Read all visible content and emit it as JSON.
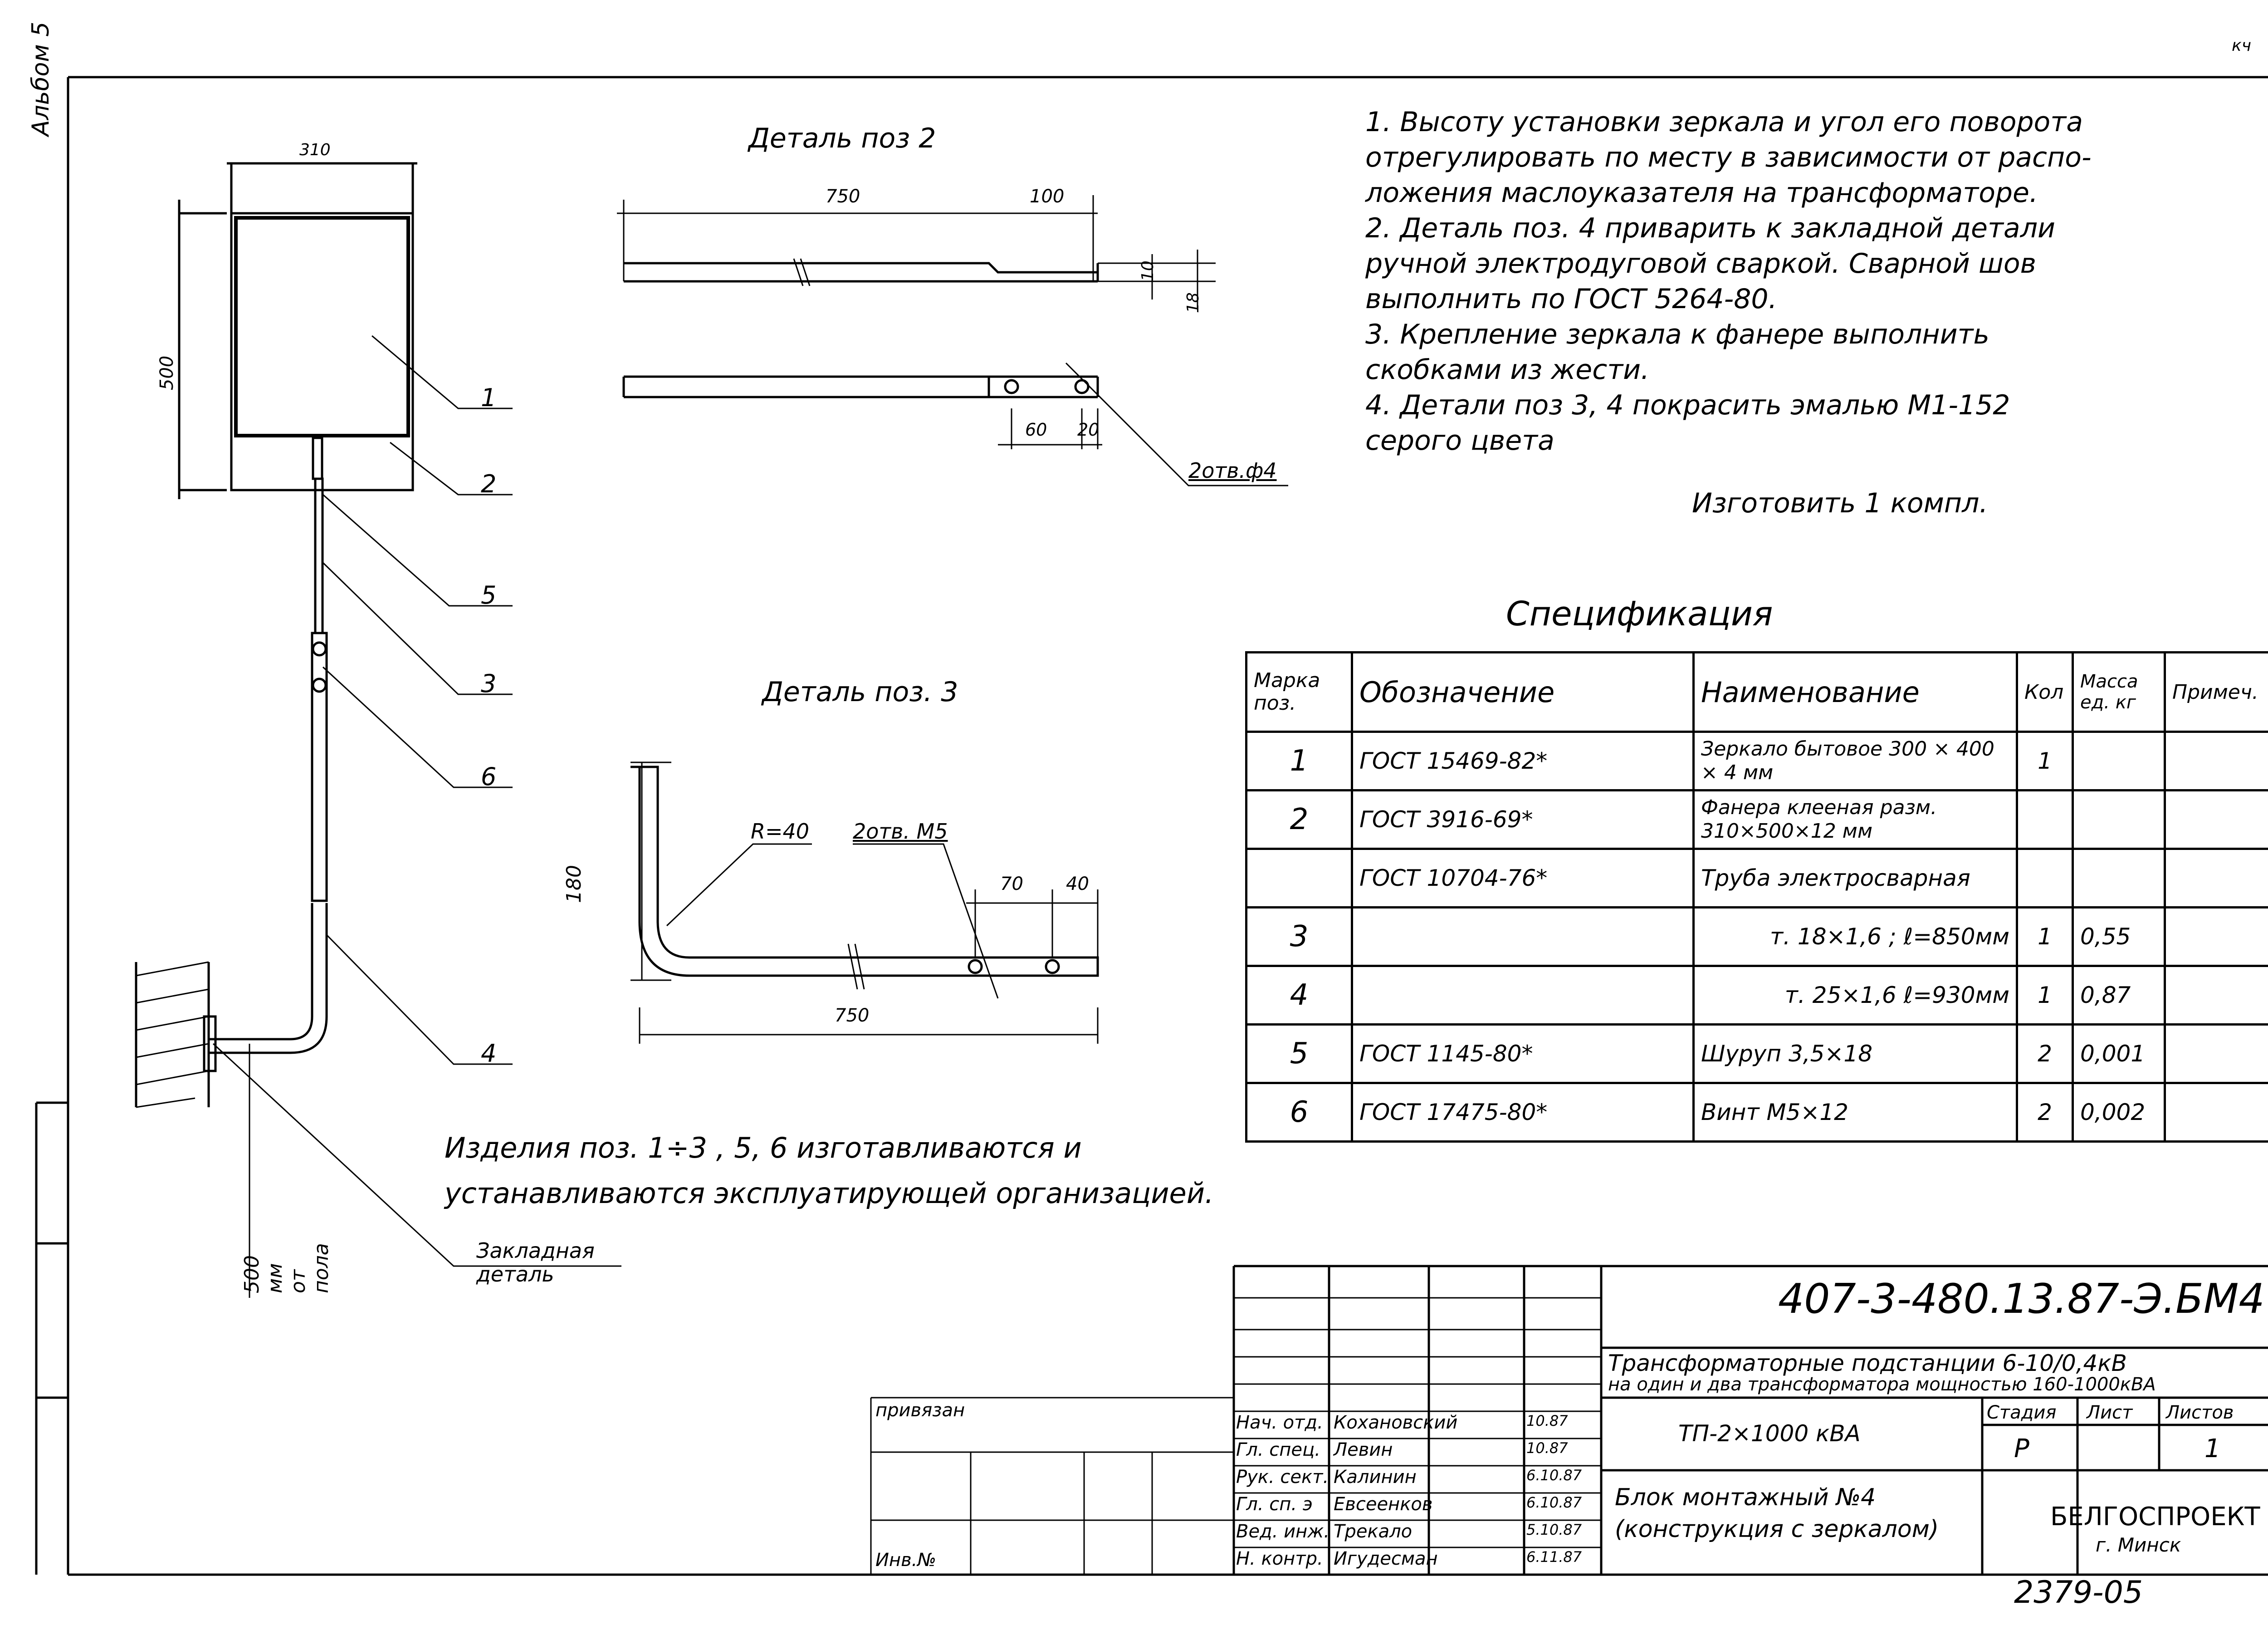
{
  "album_label": "Альбом 5",
  "corner_mark": "кч",
  "detail_pos2": {
    "title": "Деталь поз 2",
    "dims": [
      "750",
      "100",
      "10",
      "18",
      "60",
      "20"
    ],
    "holes_label": "2отв.ф4"
  },
  "detail_pos3": {
    "title": "Деталь поз. 3",
    "dims": [
      "180",
      "70",
      "40",
      "750"
    ],
    "radius_label": "R=40",
    "holes_label": "2отв. M5"
  },
  "assembly": {
    "dims": [
      "310",
      "500"
    ],
    "callouts": [
      "1",
      "2",
      "5",
      "3",
      "6",
      "4"
    ],
    "height_label": "500 мм от пола",
    "embedded_label": "Закладная деталь"
  },
  "notes": [
    "1. Высоту установки зеркала и угол его поворота",
    "отрегулировать по месту в зависимости от распо-",
    "ложения маслоуказателя на трансформаторе.",
    "2. Деталь поз. 4 приварить к закладной детали",
    "ручной электродуговой сваркой. Сварной шов",
    "выполнить по ГОСТ 5264-80.",
    "3. Крепление зеркала к фанере выполнить",
    "скобками из жести.",
    "4. Детали поз 3, 4 покрасить эмалью М1-152",
    "серого цвета"
  ],
  "make_note": "Изготовить 1 компл.",
  "bottom_note": [
    "Изделия поз. 1÷3 , 5, 6 изготавливаются и",
    "устанавливаются эксплуатирующей организацией."
  ],
  "spec": {
    "title": "Спецификация",
    "headers": [
      "Марка поз.",
      "Обозначение",
      "Наименование",
      "Кол",
      "Масса ед. кг",
      "Примеч."
    ],
    "rows": [
      {
        "pos": "1",
        "designation": "ГОСТ 15469-82*",
        "name": "Зеркало бытовое 300 × 400 × 4 мм",
        "qty": "1",
        "mass": "",
        "note": ""
      },
      {
        "pos": "2",
        "designation": "ГОСТ 3916-69*",
        "name": "Фанера клееная разм. 310×500×12 мм",
        "qty": "",
        "mass": "",
        "note": ""
      },
      {
        "pos": "",
        "designation": "ГОСТ 10704-76*",
        "name": "Труба электросварная",
        "qty": "",
        "mass": "",
        "note": ""
      },
      {
        "pos": "3",
        "designation": "",
        "name": "т. 18×1,6 ; ℓ=850мм",
        "qty": "1",
        "mass": "0,55",
        "note": ""
      },
      {
        "pos": "4",
        "designation": "",
        "name": "т. 25×1,6 ℓ=930мм",
        "qty": "1",
        "mass": "0,87",
        "note": ""
      },
      {
        "pos": "5",
        "designation": "ГОСТ 1145-80*",
        "name": "Шуруп 3,5×18",
        "qty": "2",
        "mass": "0,001",
        "note": ""
      },
      {
        "pos": "6",
        "designation": "ГОСТ 17475-80*",
        "name": "Винт М5×12",
        "qty": "2",
        "mass": "0,002",
        "note": ""
      }
    ]
  },
  "title_block": {
    "code": "407-3-480.13.87-Э.БМ4",
    "project": "Трансформаторные подстанции 6-10/0,4кВ",
    "project2": "на один и два трансформатора мощностью 160-1000кВА",
    "object": "ТП-2×1000 кВА",
    "sheet_title": "Блок монтажный №4",
    "sheet_title2": "(конструкция с зеркалом)",
    "stage_label": "Стадия",
    "sheet_label": "Лист",
    "sheets_label": "Листов",
    "stage": "Р",
    "sheets": "1",
    "org": "БЕЛГОСПРОЕКТ",
    "city": "г. Минск",
    "linked": "привязан",
    "inv": "Инв.№",
    "staff": [
      {
        "role": "Нач. отд.",
        "name": "Кохановский",
        "date": "10.87"
      },
      {
        "role": "Гл. спец.",
        "name": "Левин",
        "date": "10.87"
      },
      {
        "role": "Рук. сект.",
        "name": "Калинин",
        "date": "6.10.87"
      },
      {
        "role": "Гл. сп. э",
        "name": "Евсеенков",
        "date": "6.10.87"
      },
      {
        "role": "Вед. инж.",
        "name": "Трекало",
        "date": "5.10.87"
      },
      {
        "role": "Н. контр.",
        "name": "Игудесман",
        "date": "6.11.87"
      }
    ]
  },
  "stamp": "2379-05"
}
